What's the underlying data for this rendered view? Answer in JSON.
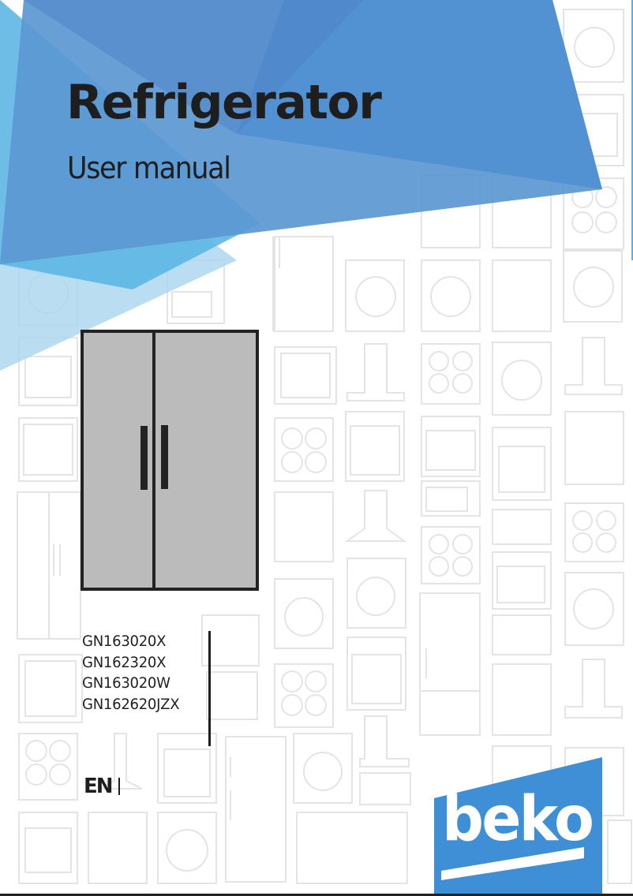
{
  "cover": {
    "title": "Refrigerator",
    "subtitle": "User manual",
    "product_image": "side-by-side-refrigerator-illustration",
    "models": [
      "GN163020X",
      "GN162320X",
      "GN163020W",
      "GN162620JZX"
    ],
    "language": "EN",
    "brand": "beko"
  },
  "colors": {
    "brand_blue": "#3f8fd6",
    "shape_dark_blue": "#4f84c8",
    "shape_mid_blue": "#5b98d2",
    "shape_light_blue": "#5db6e4",
    "shape_pale_blue": "#a9d4ef",
    "fridge_gray": "#bbbbbb",
    "fridge_outline": "#222222",
    "pattern_gray": "#e6e6e6",
    "text": "#1e1e1e"
  }
}
